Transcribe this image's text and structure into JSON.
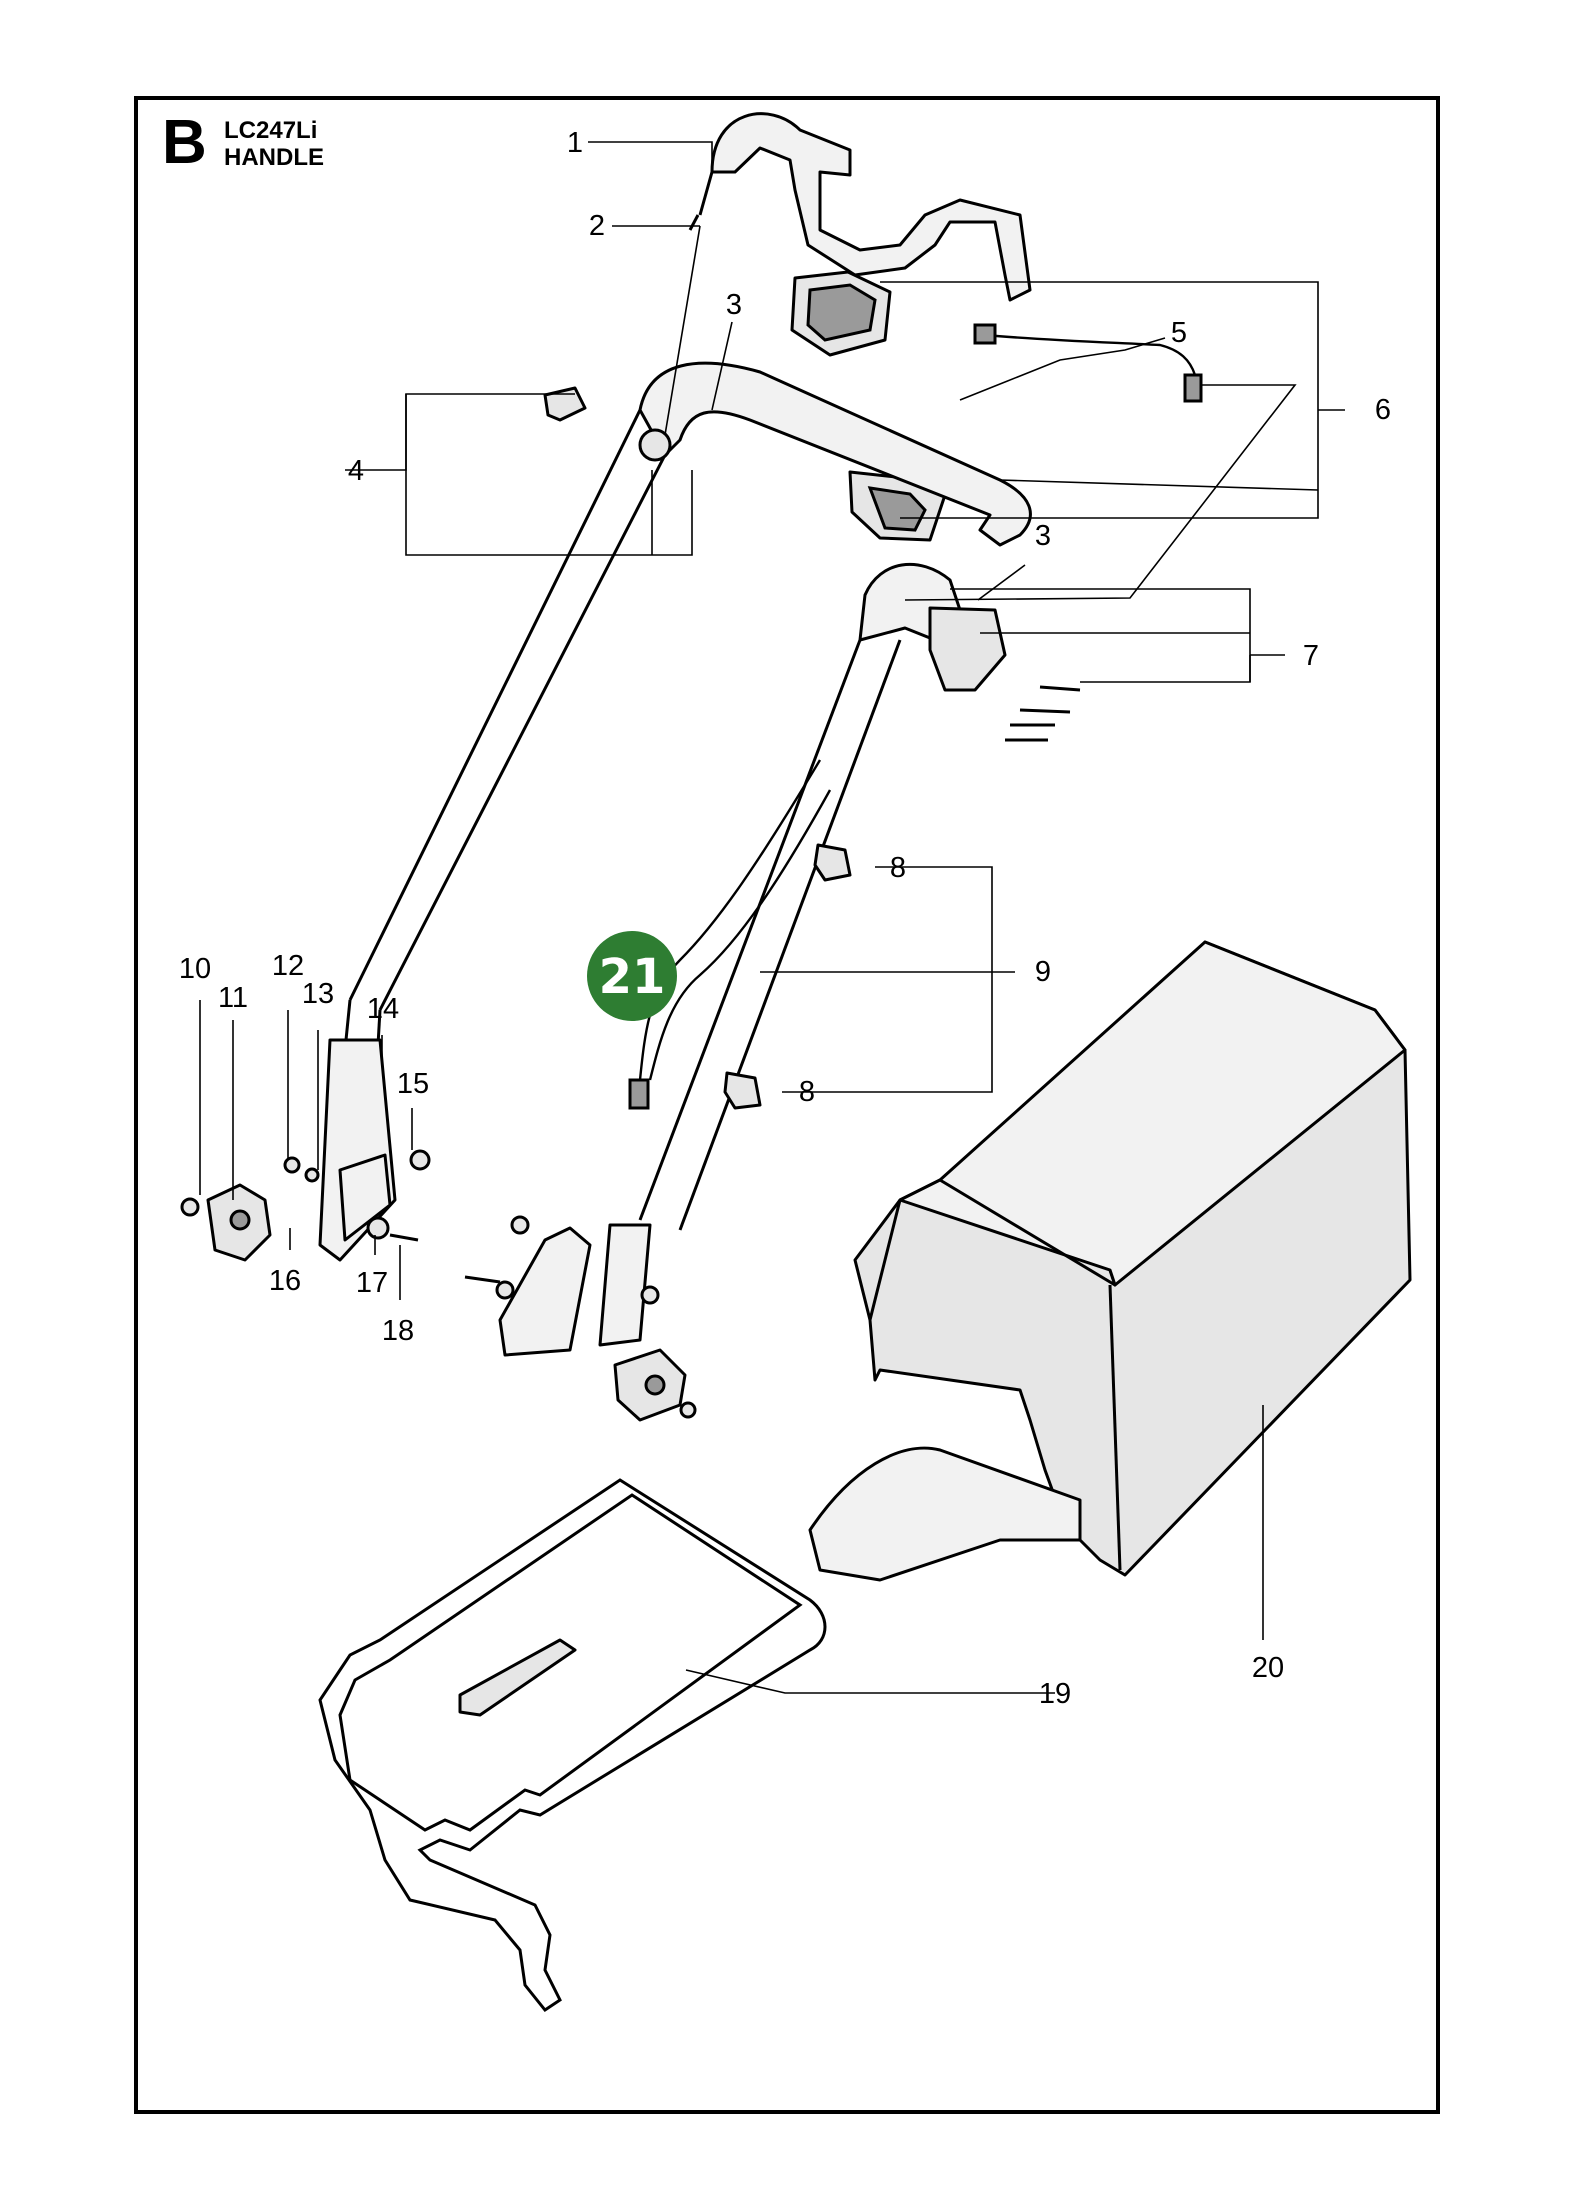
{
  "header": {
    "section_letter": "B",
    "model": "LC247Li",
    "section_name": "HANDLE"
  },
  "callouts": [
    "1",
    "2",
    "3",
    "3",
    "4",
    "5",
    "6",
    "7",
    "8",
    "8",
    "9",
    "10",
    "11",
    "12",
    "13",
    "14",
    "15",
    "16",
    "17",
    "18",
    "19",
    "20"
  ],
  "badge": {
    "label": "21",
    "color": "#2e7d32"
  }
}
